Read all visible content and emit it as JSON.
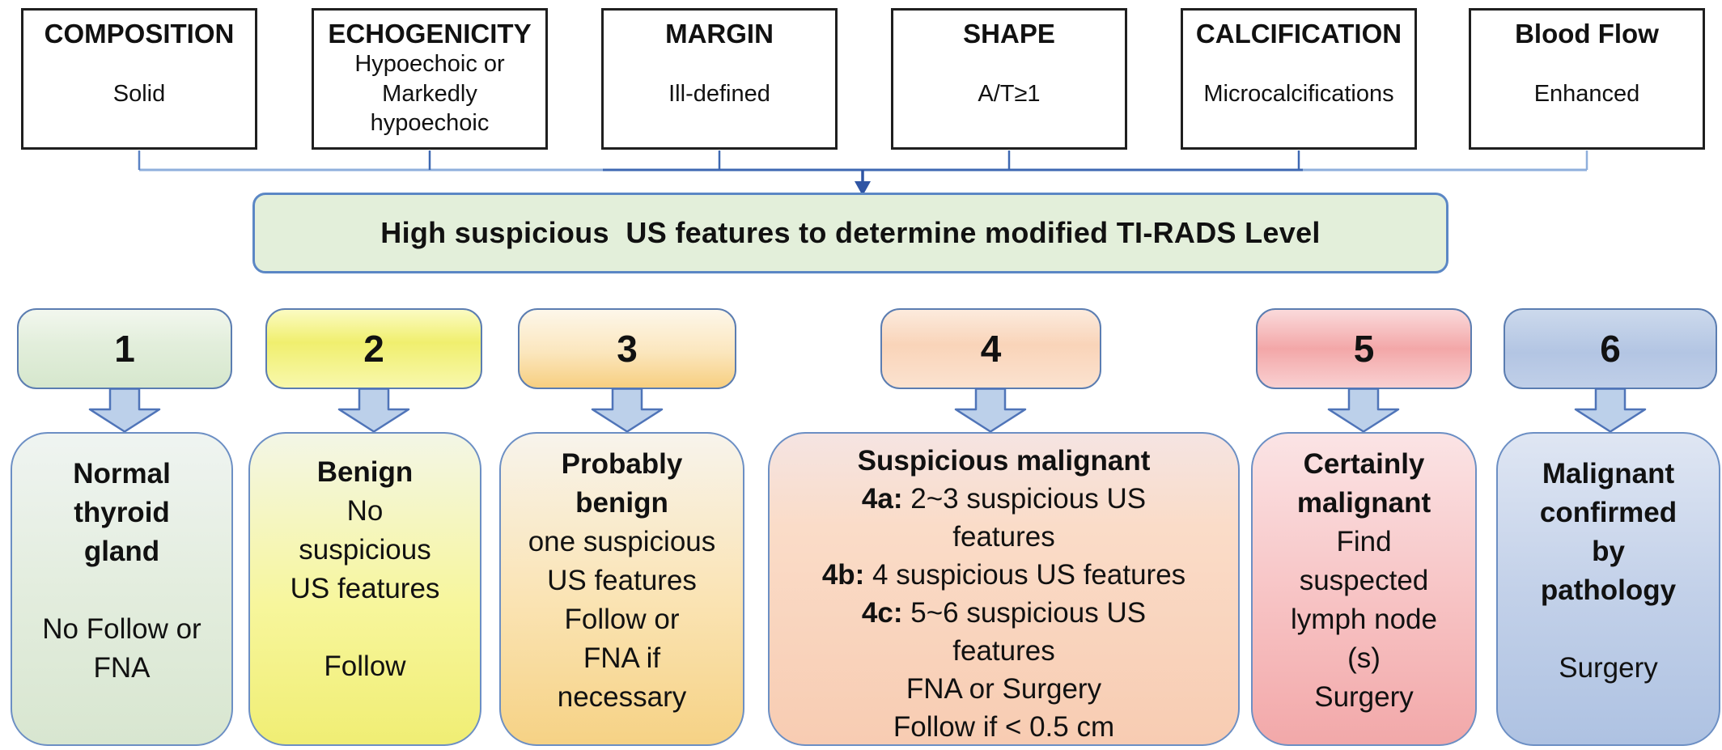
{
  "top_features": [
    {
      "title": "COMPOSITION",
      "value": "Solid"
    },
    {
      "title": "ECHOGENICITY",
      "value": "Hypoechoic or\nMarkedly\nhypoechoic"
    },
    {
      "title": "MARGIN",
      "value": "Ill-defined"
    },
    {
      "title": "SHAPE",
      "value": "A/T≥1"
    },
    {
      "title": "CALCIFICATION",
      "value": "Microcalcifications"
    },
    {
      "title": "Blood Flow",
      "value": "Enhanced"
    }
  ],
  "banner": {
    "label": "High suspicious  US features to determine modified TI-RADS Level"
  },
  "levels": [
    {
      "number": "1",
      "lines": [
        [
          {
            "t": "Normal",
            "b": true
          }
        ],
        [
          {
            "t": "thyroid",
            "b": true
          }
        ],
        [
          {
            "t": "gland",
            "b": true
          }
        ],
        [],
        [
          {
            "t": "No Follow or",
            "b": false
          }
        ],
        [
          {
            "t": "FNA",
            "b": false
          }
        ]
      ]
    },
    {
      "number": "2",
      "lines": [
        [
          {
            "t": "Benign",
            "b": true
          }
        ],
        [
          {
            "t": "No",
            "b": false
          }
        ],
        [
          {
            "t": "suspicious",
            "b": false
          }
        ],
        [
          {
            "t": "US features",
            "b": false
          }
        ],
        [],
        [
          {
            "t": "Follow",
            "b": false
          }
        ]
      ]
    },
    {
      "number": "3",
      "lines": [
        [
          {
            "t": "Probably",
            "b": true
          }
        ],
        [
          {
            "t": "benign",
            "b": true
          }
        ],
        [
          {
            "t": "one suspicious",
            "b": false
          }
        ],
        [
          {
            "t": "US features",
            "b": false
          }
        ],
        [
          {
            "t": "Follow or",
            "b": false
          }
        ],
        [
          {
            "t": "FNA if",
            "b": false
          }
        ],
        [
          {
            "t": "necessary",
            "b": false
          }
        ]
      ]
    },
    {
      "number": "4",
      "lines": [
        [
          {
            "t": "Suspicious malignant",
            "b": true
          }
        ],
        [
          {
            "t": "4a:",
            "b": true
          },
          {
            "t": " 2~3 suspicious US",
            "b": false
          }
        ],
        [
          {
            "t": "features",
            "b": false
          }
        ],
        [
          {
            "t": "4b:",
            "b": true
          },
          {
            "t": " 4 suspicious US features",
            "b": false
          }
        ],
        [
          {
            "t": "4c:",
            "b": true
          },
          {
            "t": " 5~6 suspicious US",
            "b": false
          }
        ],
        [
          {
            "t": "features",
            "b": false
          }
        ],
        [
          {
            "t": "FNA or Surgery",
            "b": false
          }
        ],
        [
          {
            "t": "Follow if  < 0.5 cm",
            "b": false
          }
        ]
      ]
    },
    {
      "number": "5",
      "lines": [
        [
          {
            "t": "Certainly",
            "b": true
          }
        ],
        [
          {
            "t": "malignant",
            "b": true
          }
        ],
        [
          {
            "t": "Find",
            "b": false
          }
        ],
        [
          {
            "t": "suspected",
            "b": false
          }
        ],
        [
          {
            "t": "lymph node",
            "b": false
          }
        ],
        [
          {
            "t": "(s)",
            "b": false
          }
        ],
        [
          {
            "t": "Surgery",
            "b": false
          }
        ]
      ]
    },
    {
      "number": "6",
      "lines": [
        [
          {
            "t": "Malignant",
            "b": true
          }
        ],
        [
          {
            "t": "confirmed",
            "b": true
          }
        ],
        [
          {
            "t": "by",
            "b": true
          }
        ],
        [
          {
            "t": "pathology",
            "b": true
          }
        ],
        [],
        [
          {
            "t": "Surgery",
            "b": false
          }
        ]
      ]
    }
  ],
  "colors": {
    "top_box_border": "#1f1f1f",
    "connector_dark_blue": "#3e68b2",
    "connector_light_blue": "#8fafdc",
    "banner_fill": "#e3efda",
    "banner_border": "#5b87c5",
    "box_border_blue": "#5b7db1",
    "result_border_blue": "#6c8fc4",
    "arrow_fill": "#bcd0ea",
    "arrow_border": "#4f74b8",
    "level_fills": [
      "#d8e6d0",
      "#f0ee74",
      "#f6d285",
      "#f8ccb2",
      "#f2a8a9",
      "#aec2e2"
    ],
    "text": "#111111"
  }
}
